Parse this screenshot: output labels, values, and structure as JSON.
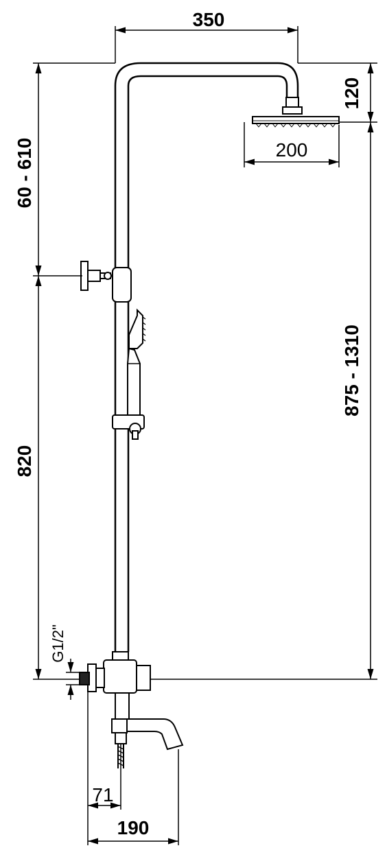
{
  "dimensions": {
    "arm_length": "350",
    "head_drop": "120",
    "head_width": "200",
    "height_range_upper": "60 - 610",
    "height_range_total": "875 - 1310",
    "bar_height": "820",
    "thread": "G1/2\"",
    "inlet_offset": "71",
    "spout_reach": "190"
  },
  "colors": {
    "line": "#000000",
    "background": "#ffffff"
  }
}
